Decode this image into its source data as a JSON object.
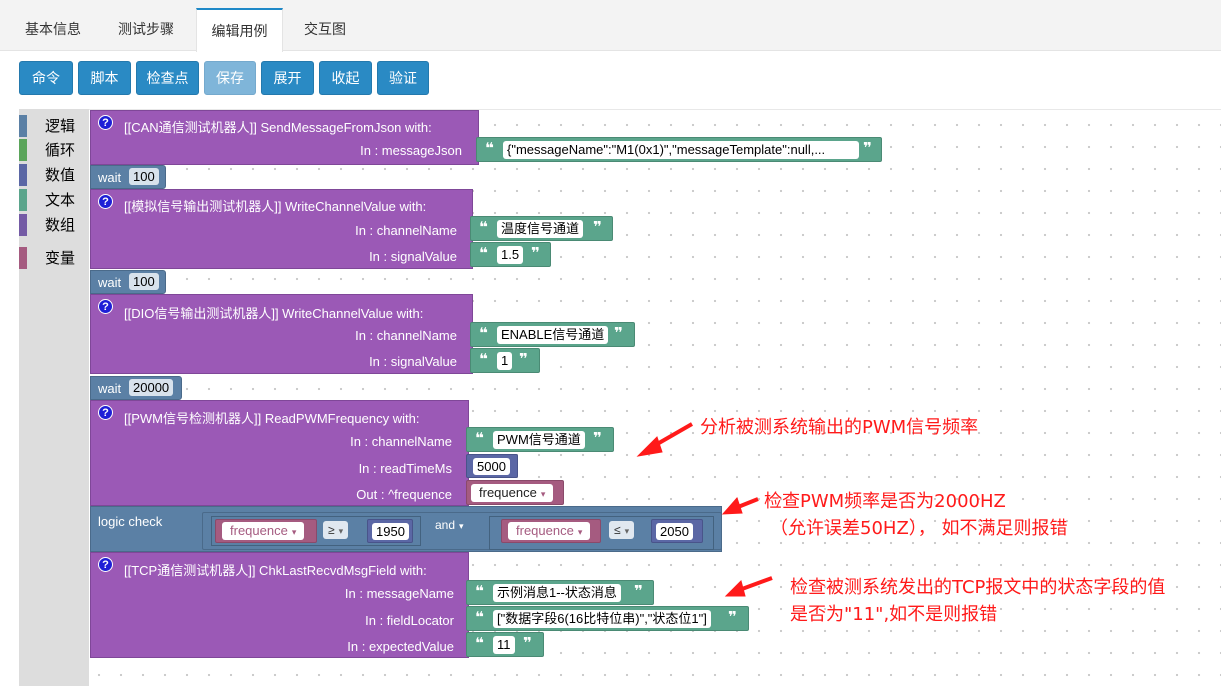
{
  "tabs": [
    "基本信息",
    "测试步骤",
    "编辑用例",
    "交互图"
  ],
  "toolbar": [
    "命令",
    "脚本",
    "检查点",
    "保存",
    "展开",
    "收起",
    "验证"
  ],
  "categories": [
    {
      "label": "逻辑",
      "color": "#5b80a5"
    },
    {
      "label": "循环",
      "color": "#5ba55b"
    },
    {
      "label": "数值",
      "color": "#5b67a5"
    },
    {
      "label": "文本",
      "color": "#5ba58c"
    },
    {
      "label": "数组",
      "color": "#745ba5"
    },
    {
      "label": "变量",
      "color": "#a55b80"
    }
  ],
  "blocks": {
    "b1": {
      "title": "[[CAN通信测试机器人]]  SendMessageFromJson   with:",
      "p1_label": "In : messageJson",
      "p1_value": "{\"messageName\":\"M1(0x1)\",\"messageTemplate\":null,..."
    },
    "w1": {
      "label": "wait",
      "value": "100"
    },
    "b2": {
      "title": "[[模拟信号输出测试机器人]]  WriteChannelValue   with:",
      "p1_label": "In : channelName",
      "p1_value": "温度信号通道",
      "p2_label": "In : signalValue",
      "p2_value": "1.5"
    },
    "w2": {
      "label": "wait",
      "value": "100"
    },
    "b3": {
      "title": "[[DIO信号输出测试机器人]]  WriteChannelValue   with:",
      "p1_label": "In : channelName",
      "p1_value": "ENABLE信号通道",
      "p2_label": "In : signalValue",
      "p2_value": "1"
    },
    "w3": {
      "label": "wait",
      "value": "20000"
    },
    "b4": {
      "title": "[[PWM信号检测机器人]]  ReadPWMFrequency   with:",
      "p1_label": "In : channelName",
      "p1_value": "PWM信号通道",
      "p2_label": "In : readTimeMs",
      "p2_value": "5000",
      "p3_label": "Out : ^frequence",
      "p3_value": "frequence"
    },
    "lc": {
      "label": "logic check",
      "left_var": "frequence",
      "left_op": "≥",
      "left_num": "1950",
      "and": "and",
      "right_var": "frequence",
      "right_op": "≤",
      "right_num": "2050"
    },
    "b5": {
      "title": "[[TCP通信测试机器人]]  ChkLastRecvdMsgField   with:",
      "p1_label": "In : messageName",
      "p1_value": "示例消息1--状态消息",
      "p2_label": "In : fieldLocator",
      "p2_value": "[\"数据字段6(16比特位串)\",\"状态位1\"]",
      "p3_label": "In : expectedValue",
      "p3_value": "11"
    }
  },
  "help_glyph": "?",
  "quote_open": "❝",
  "quote_close": "❞",
  "dropdown_glyph": "▾",
  "annotations": {
    "a1": "分析被测系统输出的PWM信号频率",
    "a2_line1": "检查PWM频率是否为2000HZ",
    "a2_line2": "（允许误差50HZ），  如不满足则报错",
    "a3_line1": "检查被测系统发出的TCP报文中的状态字段的值",
    "a3_line2": "是否为\"11\",如不是则报错"
  },
  "colors": {
    "accent": "#2a8ac4",
    "annotation": "#ff1a1a",
    "block_purple": "#9b59b6"
  }
}
